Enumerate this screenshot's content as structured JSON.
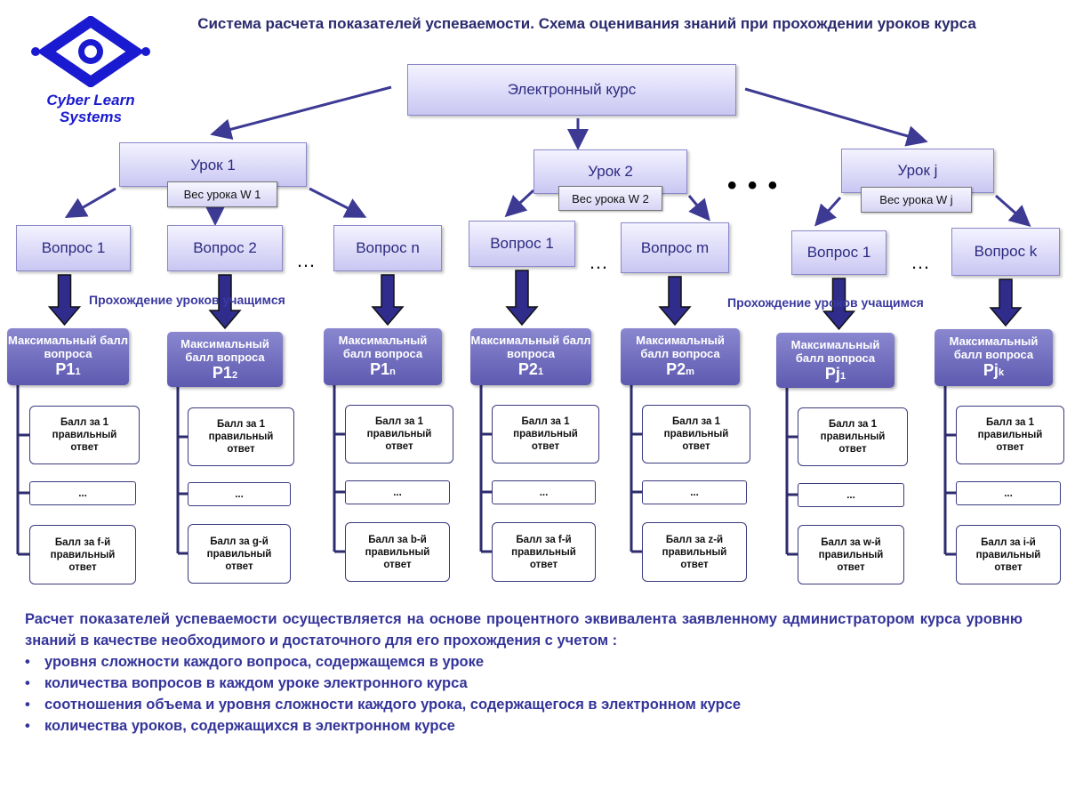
{
  "logo": {
    "text": "Cyber Learn Systems",
    "color": "#1a1ad0"
  },
  "title": "Система расчета показателей успеваемости. Схема оценивания знаний при прохождении уроков курса",
  "course": "Электронный курс",
  "lessons": [
    {
      "label": "Урок 1",
      "weight": "Вес урока W 1"
    },
    {
      "label": "Урок 2",
      "weight": "Вес урока W 2"
    },
    {
      "label": "Урок j",
      "weight": "Вес урока W j"
    }
  ],
  "ellipsis": "…",
  "lesson_ellipsis": "• • •",
  "pass_label": "Прохождение уроков учащимся",
  "max_label": "Максимальный балл вопроса",
  "first_answer": "Балл за 1 правильный ответ",
  "answer_tpl_prefix": "Балл за",
  "answer_tpl_suffix": "правильный ответ",
  "answer_dots": "...",
  "questions": [
    {
      "label": "Вопрос 1",
      "p": "P1",
      "sub": "1",
      "last": "Балл за f-й правильный ответ"
    },
    {
      "label": "Вопрос 2",
      "p": "P1",
      "sub": "2",
      "last": "Балл за g-й правильный ответ"
    },
    {
      "label": "Вопрос n",
      "p": "P1",
      "sub": "n",
      "last": "Балл за b-й правильный ответ"
    },
    {
      "label": "Вопрос 1",
      "p": "P2",
      "sub": "1",
      "last": "Балл за f-й правильный ответ"
    },
    {
      "label": "Вопрос m",
      "p": "P2",
      "sub": "m",
      "last": "Балл за z-й правильный ответ"
    },
    {
      "label": "Вопрос 1",
      "p": "Pj",
      "sub": "1",
      "last": "Балл за w-й правильный ответ"
    },
    {
      "label": "Вопрос k",
      "p": "Pj",
      "sub": "k",
      "last": "Балл за i-й правильный ответ"
    }
  ],
  "bottom": {
    "paragraph": "Расчет показателей успеваемости осуществляется на основе процентного эквивалента заявленному администратором курса уровню знаний в качестве необходимого и достаточного для его прохождения с учетом :",
    "bullets": [
      "уровня сложности каждого вопроса, содержащемся в уроке",
      "количества вопросов в каждом уроке электронного курса",
      "соотношения объема и уровня сложности каждого урока, содержащегося в электронном курсе",
      "количества уроков, содержащихся в электронном курсе"
    ]
  },
  "colors": {
    "arrow": "#3d3a94",
    "text": "#34349a"
  }
}
